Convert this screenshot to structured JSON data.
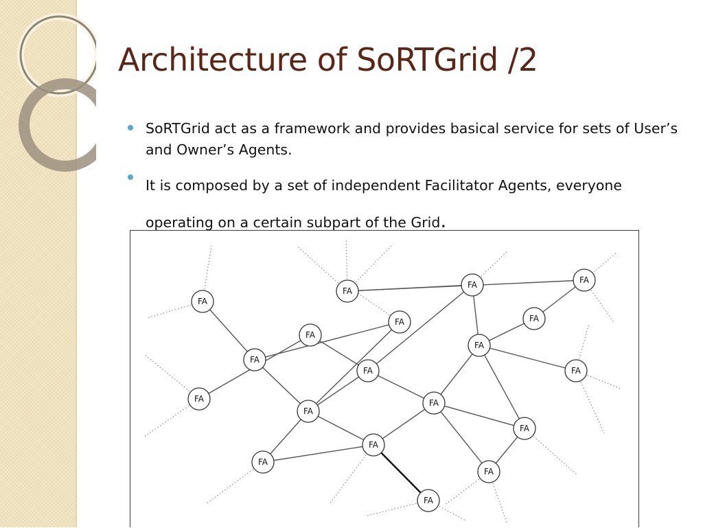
{
  "slide": {
    "title": "Architecture of SoRTGrid /2",
    "bullets": [
      {
        "text": "SoRTGrid act as a framework and provides basical service for sets of User’s and Owner’s Agents."
      },
      {
        "text": "It is composed by a set of independent Facilitator Agents, everyone operating on a certain subpart of the Grid",
        "trailing": "."
      }
    ]
  },
  "diagram": {
    "node_label": "FA",
    "nodes": [
      {
        "id": "n1",
        "label": "FA"
      },
      {
        "id": "n2",
        "label": "FA"
      },
      {
        "id": "n3",
        "label": "FA"
      },
      {
        "id": "n4",
        "label": "FA"
      },
      {
        "id": "n5",
        "label": "FA"
      },
      {
        "id": "n6",
        "label": "FA"
      },
      {
        "id": "n7",
        "label": "FA"
      },
      {
        "id": "n8",
        "label": "FA"
      },
      {
        "id": "n9",
        "label": "FA"
      },
      {
        "id": "n10",
        "label": "FA"
      },
      {
        "id": "n11",
        "label": "FA"
      },
      {
        "id": "n12",
        "label": "FA"
      },
      {
        "id": "n13",
        "label": "FA"
      },
      {
        "id": "n14",
        "label": "FA"
      },
      {
        "id": "n15",
        "label": "FA"
      },
      {
        "id": "n16",
        "label": "FA"
      },
      {
        "id": "n17",
        "label": "FA"
      },
      {
        "id": "n18",
        "label": "FA"
      },
      {
        "id": "n19",
        "label": "FA"
      }
    ],
    "edges": [
      [
        "n1",
        "n5"
      ],
      [
        "n5",
        "n6"
      ],
      [
        "n5",
        "n8"
      ],
      [
        "n6",
        "n8"
      ],
      [
        "n2",
        "n4"
      ],
      [
        "n4",
        "n7"
      ],
      [
        "n7",
        "n8"
      ],
      [
        "n7",
        "n11"
      ],
      [
        "n7",
        "n9"
      ],
      [
        "n9",
        "n3"
      ],
      [
        "n3",
        "n12"
      ],
      [
        "n9",
        "n13"
      ],
      [
        "n12",
        "n10"
      ],
      [
        "n10",
        "n13"
      ],
      [
        "n13",
        "n14"
      ],
      [
        "n13",
        "n11"
      ],
      [
        "n13",
        "n15"
      ],
      [
        "n11",
        "n15"
      ],
      [
        "n11",
        "n17"
      ],
      [
        "n15",
        "n17"
      ],
      [
        "n8",
        "n16"
      ],
      [
        "n8",
        "n18"
      ],
      [
        "n16",
        "n18"
      ],
      [
        "n18",
        "n11"
      ],
      [
        "n18",
        "n19"
      ]
    ],
    "emphasized_edges": [
      [
        "n18",
        "n19"
      ]
    ]
  }
}
